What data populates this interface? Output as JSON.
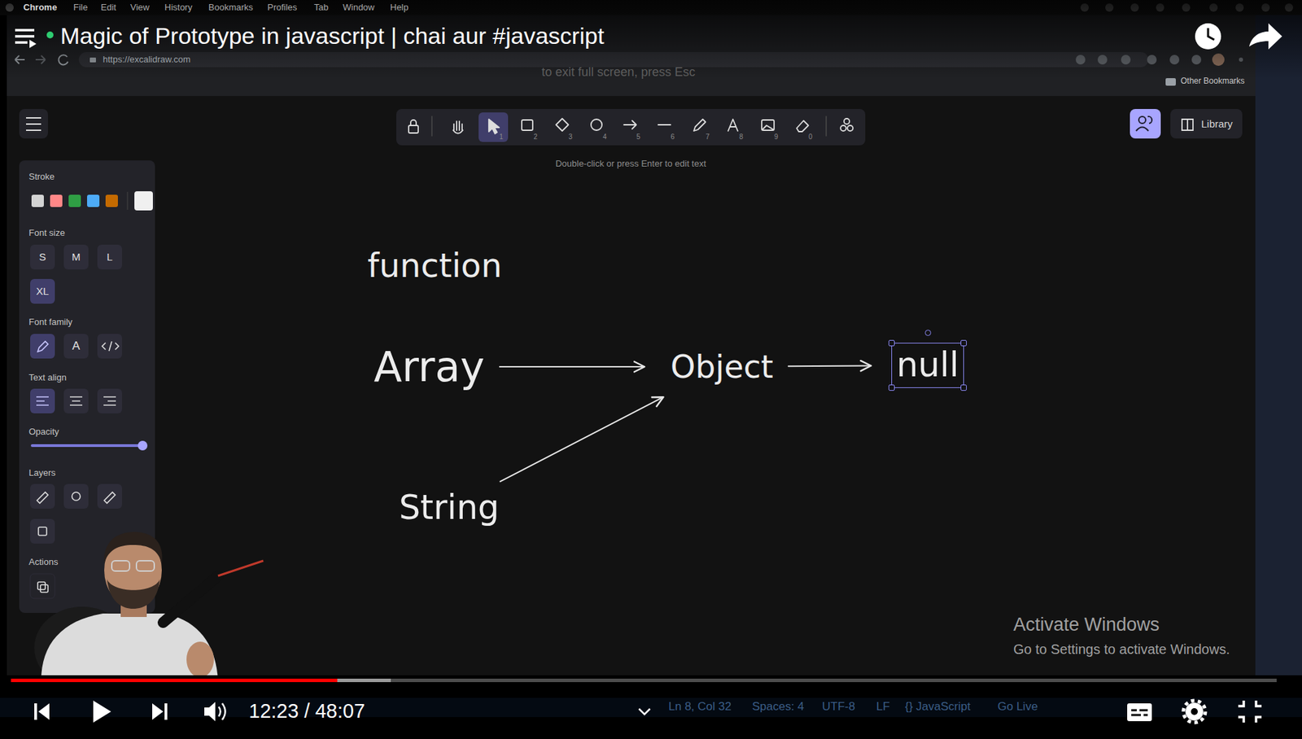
{
  "diagram": {
    "title": "Magic of Prototype in javascript | chai aur #javascript",
    "nodes": [
      {
        "text": [
          "Array"
        ]
      },
      {
        "text": [
          "Object"
        ]
      },
      {
        "text": [
          "null"
        ]
      },
      {
        "text": [
          "String"
        ]
      }
    ],
    "edges": [
      {
        "from": 0,
        "to": 1,
        "arrow": "to"
      },
      {
        "from": 1,
        "to": 2,
        "arrow": "to"
      },
      {
        "from": 3,
        "to": 1,
        "arrow": "to"
      }
    ],
    "labels": [
      "Chrome",
      "File",
      "Edit",
      "View",
      "History",
      "Bookmarks",
      "Profiles",
      "Tab",
      "Window",
      "Help",
      "https://excalidraw.com",
      "to exit full screen, press Esc",
      "Other Bookmarks",
      "Library",
      "Double-click or press Enter to edit text",
      "1",
      "2",
      "3",
      "4",
      "5",
      "6",
      "7",
      "8",
      "9",
      "0",
      "Stroke",
      "Font size",
      "S",
      "M",
      "L",
      "XL",
      "Font family",
      "A",
      "Text align",
      "Opacity",
      "Layers",
      "Actions",
      "function",
      "Activate Windows",
      "Go to Settings to activate Windows.",
      "12:23 / 48:07",
      "Ln 8, Col 32",
      "Spaces: 4",
      "UTF-8",
      "LF",
      "{} JavaScript",
      "Go Live"
    ]
  }
}
